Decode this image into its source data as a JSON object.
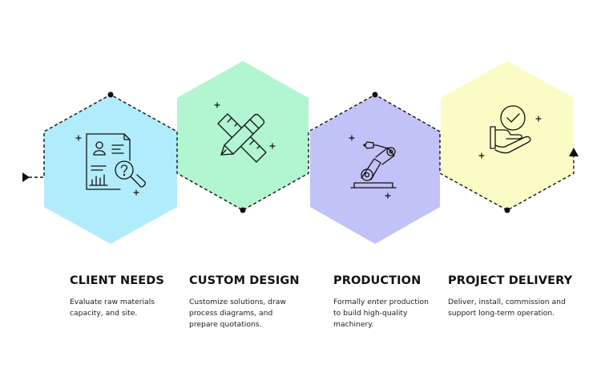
{
  "colors": {
    "client_needs": "#b1ecfd",
    "custom_design": "#b1f6d1",
    "production": "#c1c2f7",
    "project_delivery": "#fbfcc5",
    "line": "#111111"
  },
  "steps": [
    {
      "title": "CLIENT NEEDS",
      "description": "Evaluate raw materials\ncapacity, and site.",
      "icon": "document-search-icon"
    },
    {
      "title": "CUSTOM DESIGN",
      "description": "Customize solutions, draw\nprocess diagrams, and\nprepare quotations.",
      "icon": "pencil-ruler-icon"
    },
    {
      "title": "PRODUCTION",
      "description": "Formally enter  production\nto build  high-quality\nmachinery.",
      "icon": "robot-arm-icon"
    },
    {
      "title": "PROJECT DELIVERY",
      "description": "Deliver, install, commission and\nsupport long-term operation.",
      "icon": "hand-check-icon"
    }
  ]
}
